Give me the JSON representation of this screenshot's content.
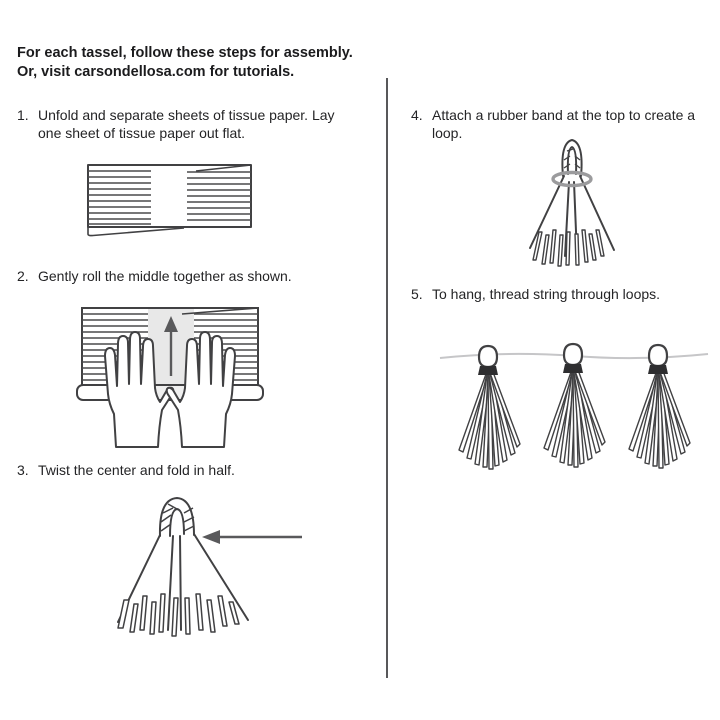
{
  "header": {
    "line1": "For each tassel, follow these steps for assembly.",
    "line2": "Or, visit carsondellosa.com for tutorials."
  },
  "steps": [
    {
      "number": "1.",
      "text": "Unfold and separate sheets of tissue paper. Lay one sheet of tissue paper out flat.",
      "illustration": "tissue-sheet"
    },
    {
      "number": "2.",
      "text": "Gently roll the middle together as shown.",
      "illustration": "hands-rolling-paper"
    },
    {
      "number": "3.",
      "text": "Twist the center and fold in half.",
      "illustration": "twisted-folded-tassel"
    },
    {
      "number": "4.",
      "text": "Attach a rubber band at the top to create a loop.",
      "illustration": "tassel-with-rubber-band"
    },
    {
      "number": "5.",
      "text": "To hang, thread string through loops.",
      "illustration": "three-tassels-on-string"
    }
  ],
  "colors": {
    "ink": "#1b1b1d",
    "body_text": "#242426",
    "line": "#414143",
    "shade": "#e8e8e8",
    "arrow": "#59595b",
    "rubber_band": "#9b9b9d",
    "string": "#c6c6c8",
    "neck_band": "#2e2e30",
    "divider": "#58585a"
  }
}
